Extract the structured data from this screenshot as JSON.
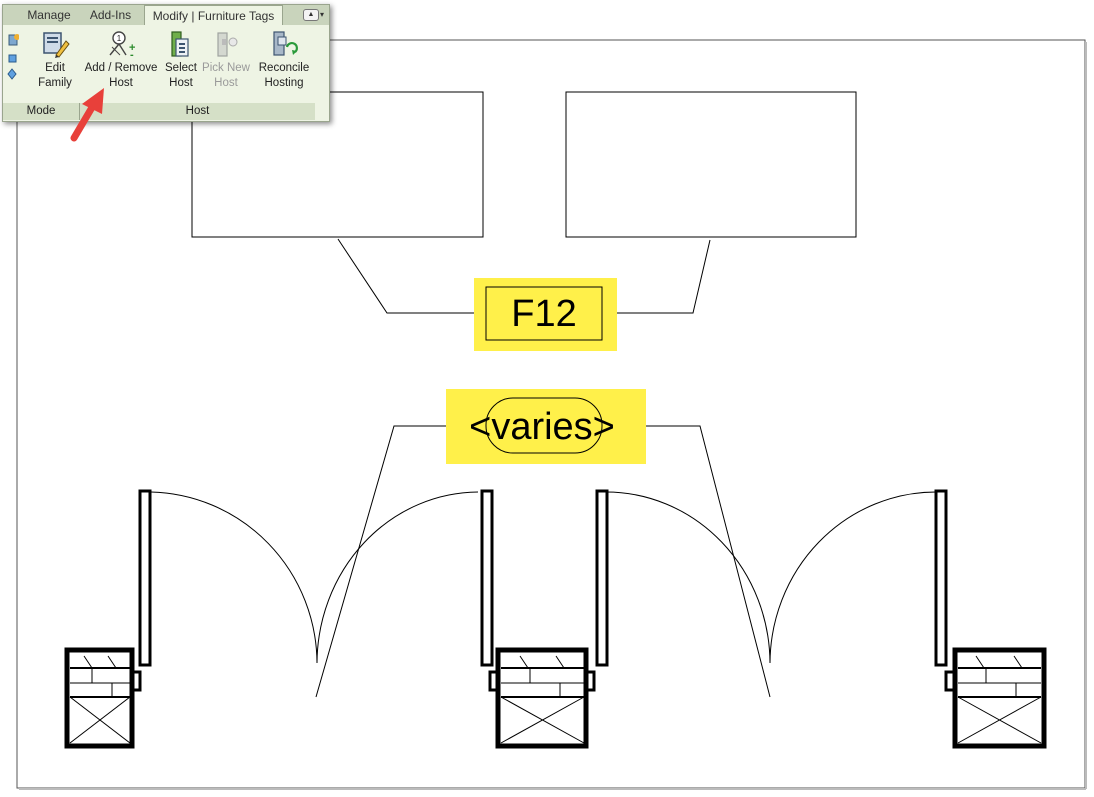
{
  "ribbon": {
    "tabs": [
      "Manage",
      "Add-Ins",
      "Modify | Furniture Tags"
    ],
    "active_tab": "Modify | Furniture Tags",
    "buttons": [
      {
        "label": "Edit\nFamily",
        "icon": "edit-family-icon",
        "enabled": true
      },
      {
        "label": "Add / Remove\nHost",
        "icon": "add-remove-host-icon",
        "enabled": true
      },
      {
        "label": "Select\nHost",
        "icon": "select-host-icon",
        "enabled": true
      },
      {
        "label": "Pick New\nHost",
        "icon": "pick-new-host-icon",
        "enabled": false
      },
      {
        "label": "Reconcile\nHosting",
        "icon": "reconcile-hosting-icon",
        "enabled": true
      }
    ],
    "panels": [
      "Mode",
      "Host"
    ],
    "highlight_color": "#fff04a",
    "arrow_color": "#e8403a"
  },
  "drawing": {
    "tag_single": "F12",
    "tag_multi": "<varies>"
  }
}
